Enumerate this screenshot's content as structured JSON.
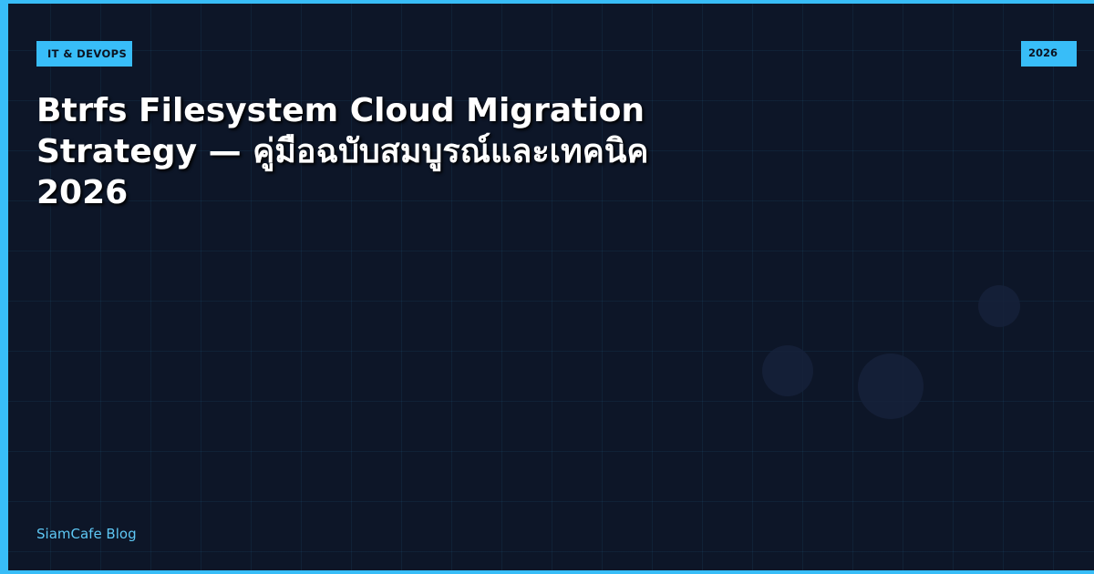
{
  "badge": {
    "category": "IT & DEVOPS",
    "year": "2026"
  },
  "title": "Btrfs Filesystem Cloud Migration Strategy — คู่มือฉบับสมบูรณ์และเทคนิค 2026",
  "footer": {
    "brand": "SiamCafe Blog"
  },
  "colors": {
    "background": "#0d1628",
    "accent": "#38bdf8",
    "title_text": "#ffffff",
    "brand_text": "#5ec8f5"
  }
}
